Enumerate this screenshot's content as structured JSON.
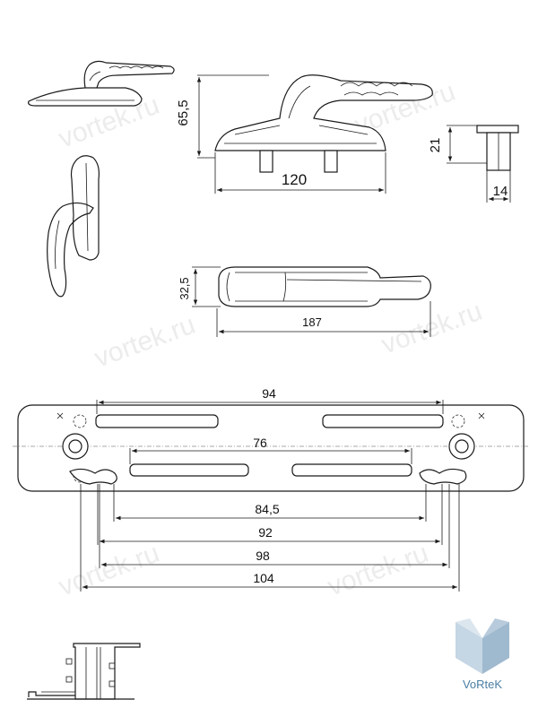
{
  "views": {
    "front": {
      "height_label": "65,5",
      "width_label": "120"
    },
    "side": {
      "height_label": "21",
      "width_label": "14"
    },
    "top": {
      "height_label": "32,5",
      "width_label": "187"
    },
    "base_plate": {
      "dims": [
        "94",
        "76",
        "84,5",
        "92",
        "98",
        "104"
      ]
    }
  },
  "watermark": {
    "text": "vortek.ru"
  },
  "logo": {
    "text": "VoRteK",
    "color_top": "#9fb9cf",
    "color_text": "#4a7ea3"
  }
}
